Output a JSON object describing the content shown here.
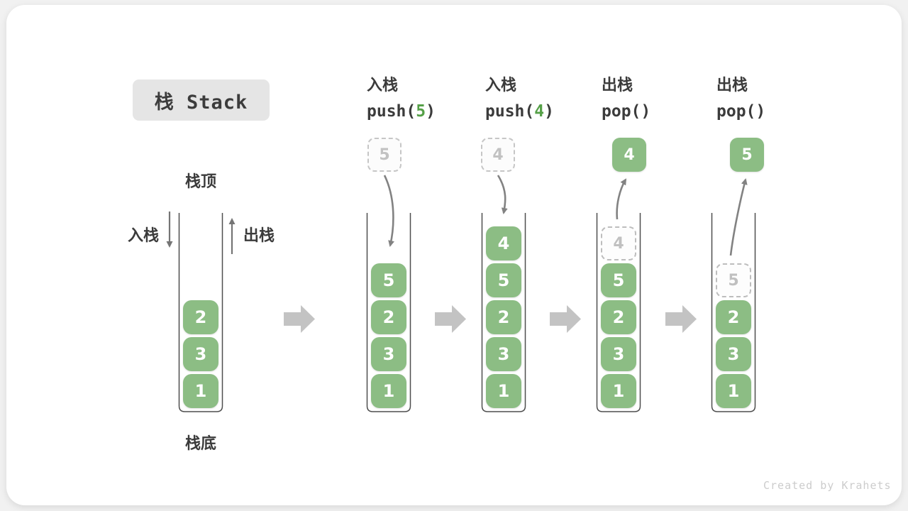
{
  "title": "栈 Stack",
  "labels": {
    "stack_top": "栈顶",
    "stack_bottom": "栈底",
    "push_side": "入栈",
    "pop_side": "出栈"
  },
  "operations": [
    {
      "name": "入栈",
      "code_fn": "push(",
      "code_arg": "5",
      "code_close": ")"
    },
    {
      "name": "入栈",
      "code_fn": "push(",
      "code_arg": "4",
      "code_close": ")"
    },
    {
      "name": "出栈",
      "code_fn": "pop(",
      "code_arg": "",
      "code_close": ")"
    },
    {
      "name": "出栈",
      "code_fn": "pop(",
      "code_arg": "",
      "code_close": ")"
    }
  ],
  "stacks": [
    {
      "cells": [
        "2",
        "3",
        "1"
      ]
    },
    {
      "incoming": "5",
      "cells": [
        "5",
        "2",
        "3",
        "1"
      ]
    },
    {
      "incoming": "4",
      "cells": [
        "4",
        "5",
        "2",
        "3",
        "1"
      ]
    },
    {
      "popped": "4",
      "ghost": "4",
      "cells": [
        "5",
        "2",
        "3",
        "1"
      ]
    },
    {
      "popped": "5",
      "ghost": "5",
      "cells": [
        "2",
        "3",
        "1"
      ]
    }
  ],
  "colors": {
    "page_background": "#f1f1f1",
    "card_background": "#ffffff",
    "cell_green": "#8cbd84",
    "code_arg_green": "#55a047",
    "title_box_background": "#e5e5e5",
    "text_dark": "#3b3b3b",
    "ghost_gray": "#c0c0c0",
    "curve_arrow_gray": "#828282",
    "flow_arrow_gray": "#c3c3c3",
    "container_stroke": "#4f4f4f"
  },
  "watermark": "Created by Krahets"
}
